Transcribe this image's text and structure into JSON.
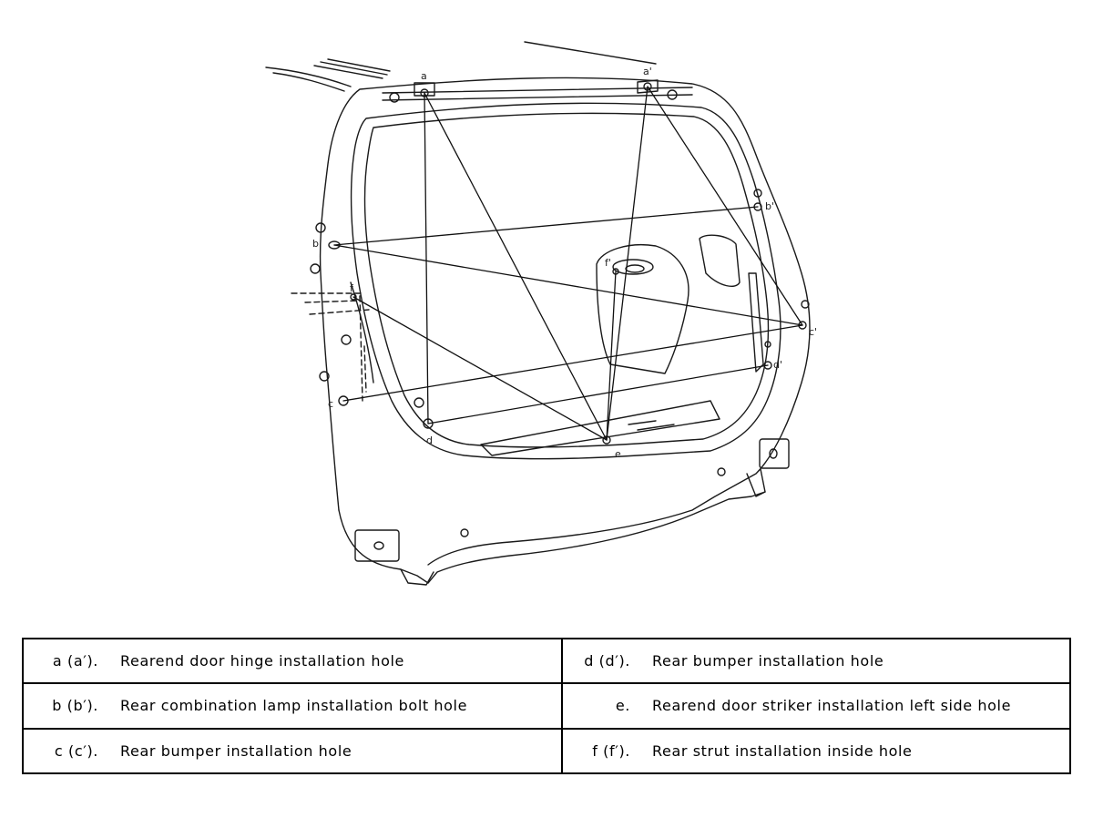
{
  "diagram": {
    "point_labels": {
      "a": "a",
      "a_prime": "a'",
      "b": "b",
      "b_prime": "b'",
      "c": "c",
      "c_prime": "c'",
      "d": "d",
      "d_prime": "d'",
      "e": "e",
      "f": "f",
      "f_prime": "f'"
    }
  },
  "legend": {
    "rows": [
      {
        "left": {
          "key": "a (a′).",
          "desc": "Rearend door hinge installation hole"
        },
        "right": {
          "key": "d (d′).",
          "desc": "Rear bumper installation hole"
        }
      },
      {
        "left": {
          "key": "b (b′).",
          "desc": "Rear combination lamp installation bolt hole"
        },
        "right": {
          "key": "e.",
          "desc": "Rearend door striker installation left side hole"
        }
      },
      {
        "left": {
          "key": "c (c′).",
          "desc": "Rear bumper installation hole"
        },
        "right": {
          "key": "f (f′).",
          "desc": "Rear strut installation inside hole"
        }
      }
    ]
  }
}
